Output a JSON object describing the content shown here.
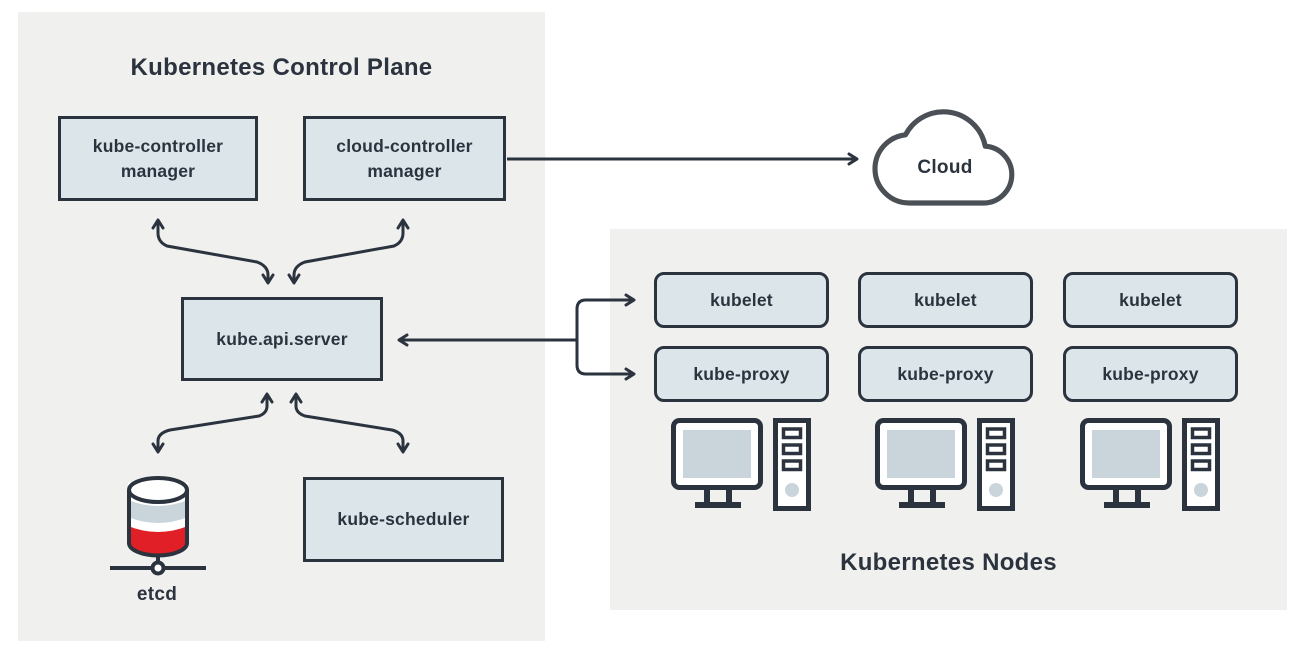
{
  "diagram": {
    "control_plane": {
      "title": "Kubernetes Control Plane",
      "kube_controller_manager": "kube-controller manager",
      "cloud_controller_manager": "cloud-controller manager",
      "api_server": "kube.api.server",
      "scheduler": "kube-scheduler",
      "etcd_label": "etcd"
    },
    "cloud": {
      "label": "Cloud"
    },
    "nodes": {
      "title": "Kubernetes Nodes",
      "columns": [
        {
          "kubelet": "kubelet",
          "kube_proxy": "kube-proxy"
        },
        {
          "kubelet": "kubelet",
          "kube_proxy": "kube-proxy"
        },
        {
          "kubelet": "kubelet",
          "kube_proxy": "kube-proxy"
        }
      ]
    },
    "colors": {
      "panel_bg": "#f0f0ee",
      "box_fill": "#dce6ea",
      "line": "#2b333e",
      "red": "#e01f26",
      "screen_fill": "#c9d5db",
      "cloud_outline": "#4a5055"
    }
  }
}
